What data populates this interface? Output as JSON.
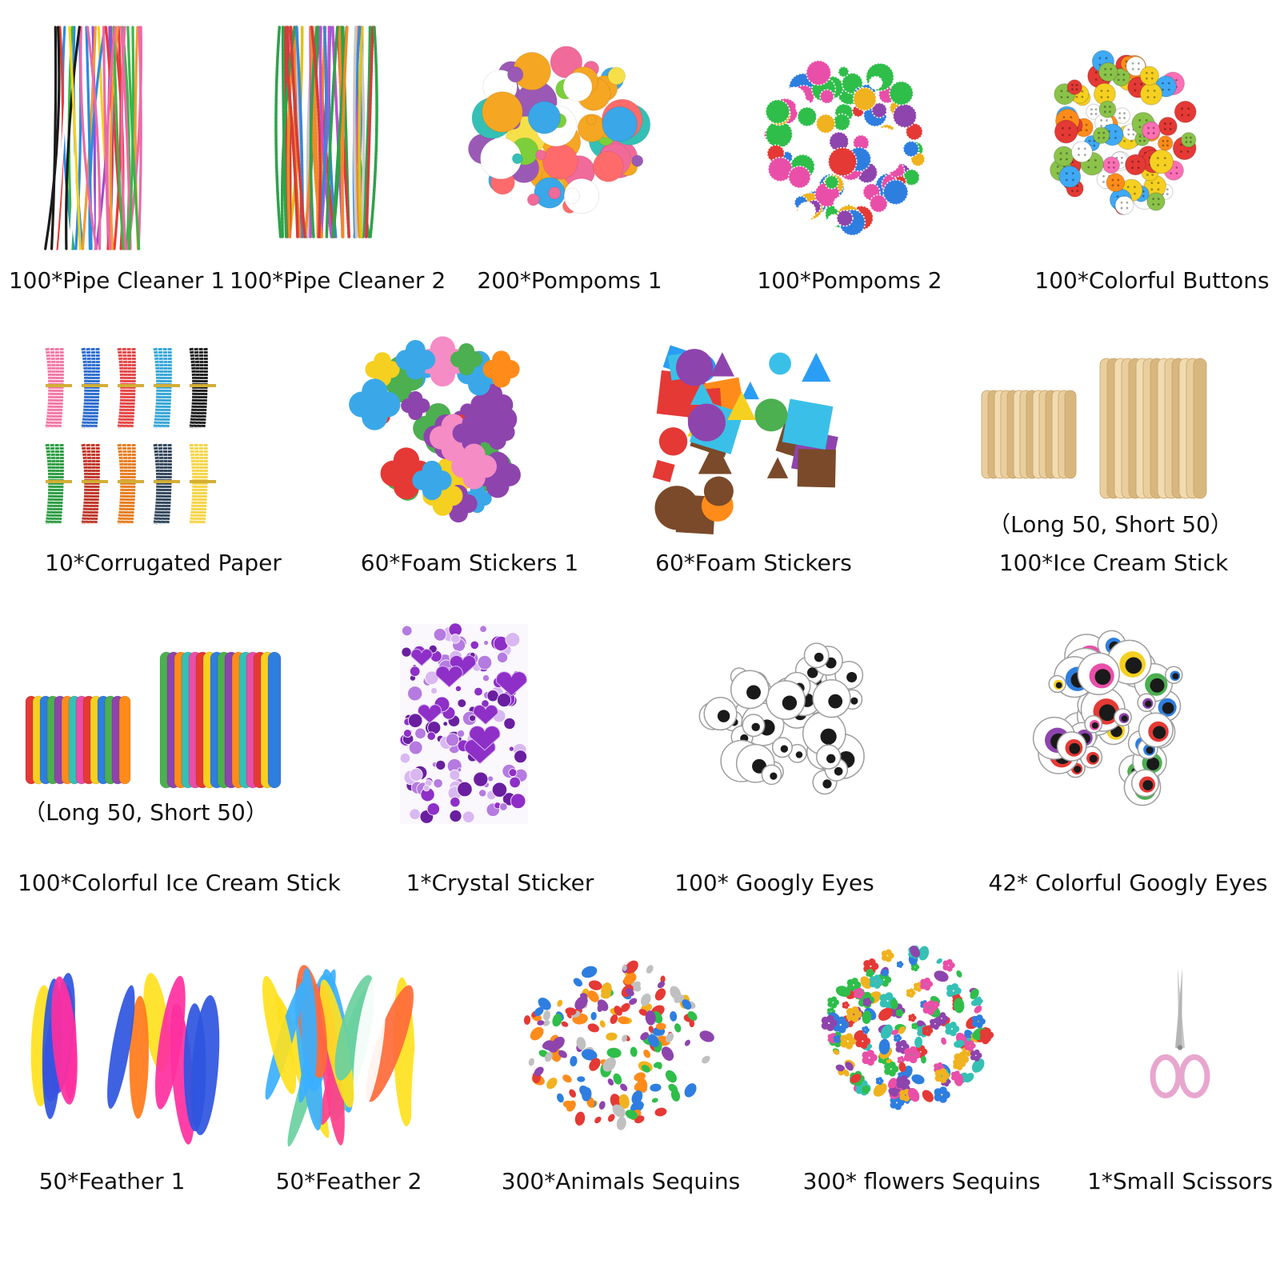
{
  "items": [
    {
      "label": "100*Pipe Cleaner 1",
      "art": "pipe-cleaners-icon",
      "colors": [
        "#e83a3a",
        "#f7d21e",
        "#2b8be0",
        "#3cb54a",
        "#f39c34",
        "#9b4dd6",
        "#ee6aa7",
        "#ffffff",
        "#1b1b1b"
      ]
    },
    {
      "label": "100*Pipe Cleaner 2",
      "art": "tinsel-pipe-cleaners-icon",
      "colors": [
        "#d63b3b",
        "#e0c21a",
        "#3a86d9",
        "#2fa24a",
        "#c14fd0",
        "#f08a2a",
        "#c9c9c9"
      ]
    },
    {
      "label": "200*Pompoms 1",
      "art": "pompoms-icon",
      "colors": [
        "#f06a9a",
        "#7ccf3a",
        "#3aa7e8",
        "#f5a623",
        "#9b59b6",
        "#f5e04a",
        "#35c0b5",
        "#ff6b6b",
        "#ffffff"
      ]
    },
    {
      "label": "100*Pompoms 2",
      "art": "glitter-pompoms-icon",
      "colors": [
        "#2fbe4a",
        "#2e7ee0",
        "#e94fa8",
        "#f0b21e",
        "#e53935",
        "#ffffff",
        "#8e44ad"
      ]
    },
    {
      "label": "100*Colorful Buttons",
      "art": "buttons-icon",
      "colors": [
        "#e53935",
        "#f5d020",
        "#3fa9f5",
        "#ff6fb5",
        "#8bc34a",
        "#ff8c1a",
        "#ffffff"
      ]
    },
    {
      "label": "10*Corrugated Paper",
      "art": "corrugated-paper-icon",
      "colors": [
        "#f27aa8",
        "#2f6fd0",
        "#e54848",
        "#39a7d8",
        "#222222",
        "#2e9e44",
        "#c0392b",
        "#e67e22",
        "#34495e",
        "#f5d547"
      ]
    },
    {
      "label": "60*Foam Stickers 1",
      "art": "flower-foam-icon",
      "colors": [
        "#3aa8e8",
        "#e53935",
        "#f5d020",
        "#8e44ad",
        "#f58cc5",
        "#4caf50",
        "#ff8c1a"
      ]
    },
    {
      "label": "60*Foam Stickers",
      "art": "shape-foam-icon",
      "colors": [
        "#3ac0e8",
        "#e53935",
        "#f5d020",
        "#8e44ad",
        "#4caf50",
        "#ff8c1a",
        "#7a4a2a",
        "#2a9df4"
      ]
    },
    {
      "label": "100*Ice Cream Stick",
      "sub": "（Long 50, Short 50）",
      "art": "wooden-sticks-icon",
      "colors": [
        "#e9cf9e",
        "#d8b77e",
        "#f1dcb2"
      ]
    },
    {
      "label": "100*Colorful Ice Cream Stick",
      "sub": "（Long 50, Short 50）",
      "art": "colored-sticks-icon",
      "colors": [
        "#e53935",
        "#f5d020",
        "#2e7ee0",
        "#4caf50",
        "#8e44ad",
        "#ff8c1a",
        "#35c0b5",
        "#e94fa8"
      ]
    },
    {
      "label": "1*Crystal Sticker",
      "art": "crystal-sticker-icon",
      "colors": [
        "#8e2fc7",
        "#b57be0",
        "#d9b8f2",
        "#6a1fa0"
      ]
    },
    {
      "label": "100* Googly Eyes",
      "art": "googly-eyes-icon",
      "colors": [
        "#ffffff",
        "#1a1a1a",
        "#bdbdbd"
      ]
    },
    {
      "label": "42* Colorful Googly Eyes",
      "art": "colorful-googly-eyes-icon",
      "colors": [
        "#e53935",
        "#2e7ee0",
        "#4caf50",
        "#f5d020",
        "#e94fa8",
        "#8e44ad"
      ]
    },
    {
      "label": "50*Feather 1",
      "art": "feathers-icon",
      "colors": [
        "#ff2fa0",
        "#ffe11f",
        "#2f55e0",
        "#9b3fe0",
        "#ff7a1a"
      ]
    },
    {
      "label": "50*Feather 2",
      "art": "marabou-feathers-icon",
      "colors": [
        "#ff3f8a",
        "#ffe11f",
        "#3ab0ff",
        "#ffffff",
        "#ff6a3a",
        "#6ad0a0"
      ]
    },
    {
      "label": "300*Animals Sequins",
      "art": "animal-sequins-icon",
      "colors": [
        "#e53935",
        "#2fbe4a",
        "#2e7ee0",
        "#f0b21e",
        "#c0c0c0",
        "#8e44ad",
        "#ff8c1a"
      ]
    },
    {
      "label": "300* flowers Sequins",
      "art": "flower-sequins-icon",
      "colors": [
        "#e94fa8",
        "#2fbe4a",
        "#2e7ee0",
        "#f0b21e",
        "#e53935",
        "#8e44ad",
        "#35c0b5"
      ]
    },
    {
      "label": "1*Small Scissors",
      "art": "scissors-icon",
      "colors": [
        "#e8a6cf",
        "#c9c9c9"
      ]
    }
  ]
}
